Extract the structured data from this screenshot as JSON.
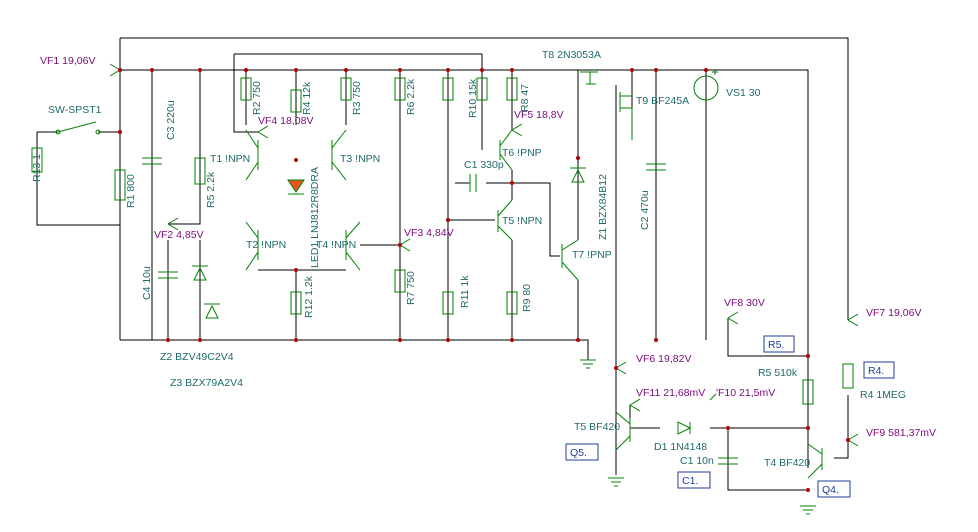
{
  "switch": {
    "label": "SW-SPST1"
  },
  "probes": {
    "vf1": "VF1  19,06V",
    "vf2": "VF2  4,85V",
    "vf3": "VF3  4,84V",
    "vf4": "VF4  18,08V",
    "vf5": "VF5  18,8V",
    "vf6": "VF6  19,82V",
    "vf7": "VF7  19,06V",
    "vf8": "VF8  30V",
    "vf9": "VF9  581,37mV",
    "vf10": "'F10  21,5mV",
    "vf11": "VF11  21,68mV"
  },
  "resistors": {
    "r13": "R13 1",
    "r1": "R1 800",
    "r2": "R2 750",
    "r4a": "R4 12k",
    "r3": "R3 750",
    "r6": "R6 2.2k",
    "r10": "R10 15k",
    "r8": "R8 47",
    "r5a": "R5 2.2k",
    "r7": "R7 750",
    "r11": "R11 1k",
    "r9": "R9 80",
    "r12": "R12 1.2k",
    "r5b": "R5 510k",
    "r4b": "R4 1MEG"
  },
  "capacitors": {
    "c3": "C3 220u",
    "c4": "C4 10u",
    "c1a": "C1 330p",
    "c2": "C2 470u",
    "c1b": "C1 10n"
  },
  "transistors": {
    "t1": "T1 !NPN",
    "t2": "T2 !NPN",
    "t3": "T3 !NPN",
    "t4": "T4 !NPN",
    "t5": "T5 !NPN",
    "t6": "T6 !PNP",
    "t7": "T7 !PNP",
    "t8": "T8 2N3053A",
    "t9": "T9 BF245A",
    "t5b": "T5 BF420",
    "t4b": "T4 BF420"
  },
  "diodes": {
    "led1": "LED1 LNJ812R8DRA",
    "z1": "Z1 BZX84B12",
    "d1": "D1 1N4148",
    "z2": "Z2 BZV49C2V4",
    "z3": "Z3 BZX79A2V4"
  },
  "source": {
    "vs1": "VS1 30"
  },
  "boxes": {
    "r5": "R5.",
    "r4": "R4.",
    "q5": "Q5.",
    "c1": "C1.",
    "q4": "Q4."
  }
}
